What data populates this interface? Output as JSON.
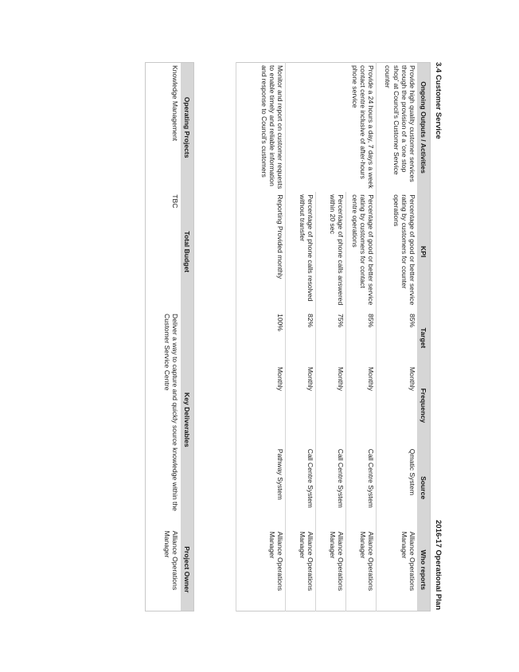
{
  "header": {
    "section_title": "3.4 Customer Service",
    "plan_title": "2016-17 Operational Plan"
  },
  "outputs_table": {
    "columns": [
      "Ongoing Outputs / Activities",
      "KPI",
      "Target",
      "Frequency",
      "Source",
      "Who reports"
    ],
    "rows": [
      {
        "activity": "Provide high quality customer services through the provision of a ‘one stop shop’ at Council’s Customer Service counter",
        "kpi": "Percentage of good or better service rating by customers for counter operations",
        "target": "85%",
        "frequency": "Monthly",
        "source": "Qmatic System",
        "who": "Alliance Operations Manager"
      },
      {
        "activity": "Provide a 24 hours a day, 7 days a week contact centre inclusive of after-hours phone service",
        "kpi": "Percentage of good or better service rating by customers for contact centre operations",
        "target": "85%",
        "frequency": "Monthly",
        "source": "Call Centre System",
        "who": "Alliance Operations Manager"
      },
      {
        "activity": "",
        "kpi": "Percentage of phone calls answered within 20 sec",
        "target": "75%",
        "frequency": "Monthly",
        "source": "Call Centre System",
        "who": "Alliance Operations Manager"
      },
      {
        "activity": "",
        "kpi": "Percentage of phone calls resolved without transfer",
        "target": "82%",
        "frequency": "Monthly",
        "source": "Call Centre System",
        "who": "Alliance Operations Manager"
      },
      {
        "activity": "Monitor and report on customer requests to enable timely and reliable information and response to Council’s customers",
        "kpi": "Reporting Provided monthly",
        "target": "100%",
        "frequency": "Monthly",
        "source": "Pathway System",
        "who": "Alliance Operations Manager"
      }
    ]
  },
  "projects_table": {
    "columns": [
      "Operating Projects",
      "Total Budget",
      "Key Deliverables",
      "Project Owner"
    ],
    "rows": [
      {
        "project": "Knowledge Management",
        "budget": "TBC",
        "deliverables": "Deliver a way to capture and quickly source knowledge within the Customer Service Centre",
        "owner": "Alliance Operations Manager"
      }
    ]
  }
}
